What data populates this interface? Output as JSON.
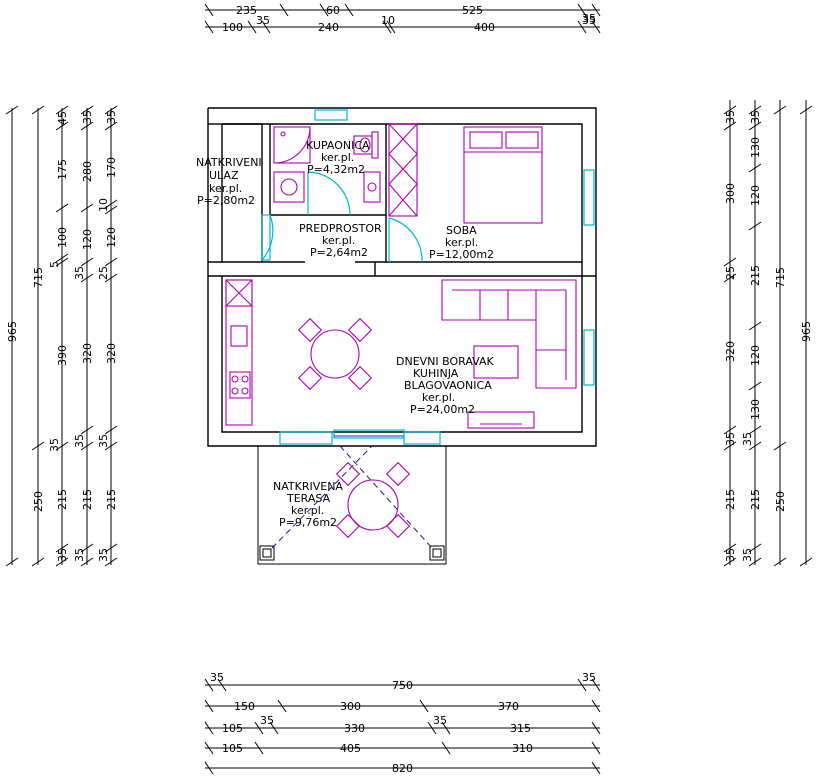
{
  "top_dims": {
    "row1": [
      "235",
      "60",
      "525",
      "35"
    ],
    "row2": [
      "100",
      "35",
      "240",
      "10",
      "400",
      "35"
    ]
  },
  "bottom_dims": {
    "row1": [
      "35",
      "750",
      "35"
    ],
    "row2": [
      "150",
      "300",
      "370"
    ],
    "row3": [
      "105",
      "35",
      "330",
      "35",
      "315"
    ],
    "row4": [
      "105",
      "405",
      "310"
    ],
    "row5": [
      "820"
    ]
  },
  "left_dims": {
    "col1": [
      "965"
    ],
    "col2": [
      "715",
      "250"
    ],
    "col3": [
      "45",
      "175",
      "100",
      "5",
      "390",
      "35",
      "215",
      "35"
    ],
    "col4": [
      "35",
      "280",
      "120",
      "35",
      "320",
      "35",
      "215",
      "35"
    ],
    "col5": [
      "35",
      "170",
      "10",
      "120",
      "25",
      "320",
      "35",
      "215",
      "35"
    ]
  },
  "right_dims": {
    "col1": [
      "35",
      "300",
      "25",
      "320",
      "35",
      "215",
      "35"
    ],
    "col2": [
      "35",
      "130",
      "120",
      "215",
      "120",
      "130",
      "35",
      "215",
      "35"
    ],
    "col3": [
      "715",
      "250"
    ],
    "col4": [
      "965"
    ]
  },
  "rooms": {
    "natkriveni_ulaz": {
      "l1": "NATKRIVENI",
      "l2": "ULAZ",
      "l3": "ker.pl.",
      "l4": "P=2,80m2"
    },
    "kupaonica": {
      "l1": "KUPAONICA",
      "l2": "ker.pl.",
      "l3": "P=4,32m2"
    },
    "predprostor": {
      "l1": "PREDPROSTOR",
      "l2": "ker.pl.",
      "l3": "P=2,64m2"
    },
    "soba": {
      "l1": "SOBA",
      "l2": "ker.pl.",
      "l3": "P=12,00m2"
    },
    "dnevni": {
      "l1": "DNEVNI BORAVAK",
      "l2": "KUHINJA",
      "l3": "BLAGOVAONICA",
      "l4": "ker.pl.",
      "l5": "P=24,00m2"
    },
    "terasa": {
      "l1": "NATKRIVENA",
      "l2": "TERASA",
      "l3": "ker.pl.",
      "l4": "P=9,76m2"
    }
  },
  "colors": {
    "walls": "#000000",
    "furniture": "#b000b0",
    "windows_doors": "#00b4d8",
    "dashed": "#1a1a8c"
  }
}
